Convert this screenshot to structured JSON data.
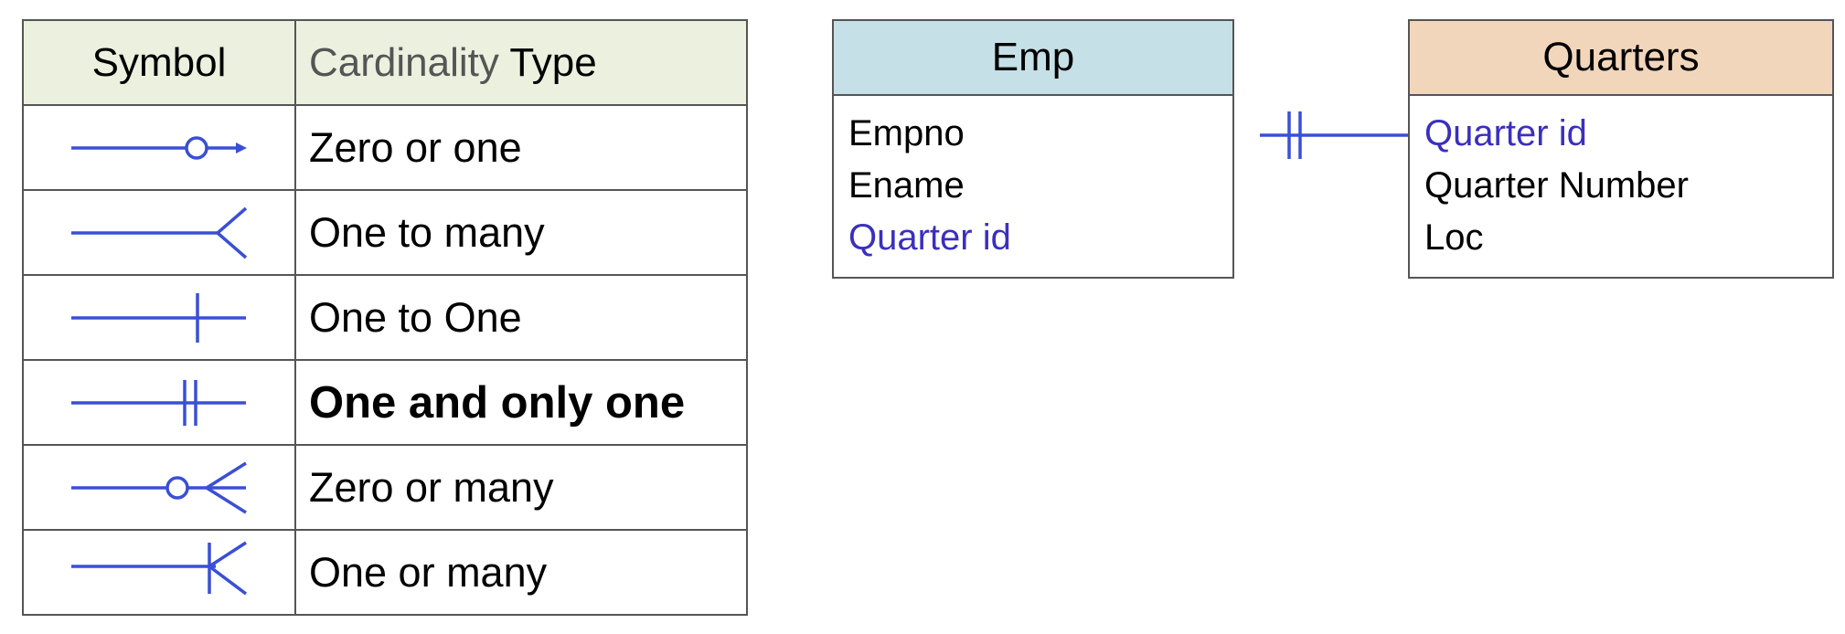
{
  "legend": {
    "header": {
      "symbol": "Symbol",
      "cardinality_word": "Cardinality",
      "type_word": "Type"
    },
    "rows": [
      {
        "symbol_icon": "zero-or-one-icon",
        "label": "Zero or one"
      },
      {
        "symbol_icon": "one-to-many-icon",
        "label": "One to many"
      },
      {
        "symbol_icon": "one-to-one-icon",
        "label": "One to One"
      },
      {
        "symbol_icon": "one-and-only-one-icon",
        "label": "One and only one"
      },
      {
        "symbol_icon": "zero-or-many-icon",
        "label": "Zero or many"
      },
      {
        "symbol_icon": "one-or-many-icon",
        "label": "One or many"
      }
    ]
  },
  "entities": {
    "emp": {
      "name": "Emp",
      "attributes": [
        "Empno",
        "Ename",
        "Quarter id"
      ]
    },
    "quarters": {
      "name": "Quarters",
      "attributes": [
        "Quarter id",
        "Quarter Number",
        "Loc"
      ]
    }
  },
  "relationship": {
    "icon": "one-and-only-one-icon"
  },
  "colors": {
    "symbol_blue": "#3a4fd6",
    "key_text": "#3a2fbf",
    "legend_header_bg": "#ebf1de",
    "emp_header_bg": "#c5e0e6",
    "quarters_header_bg": "#f2d6bb"
  }
}
